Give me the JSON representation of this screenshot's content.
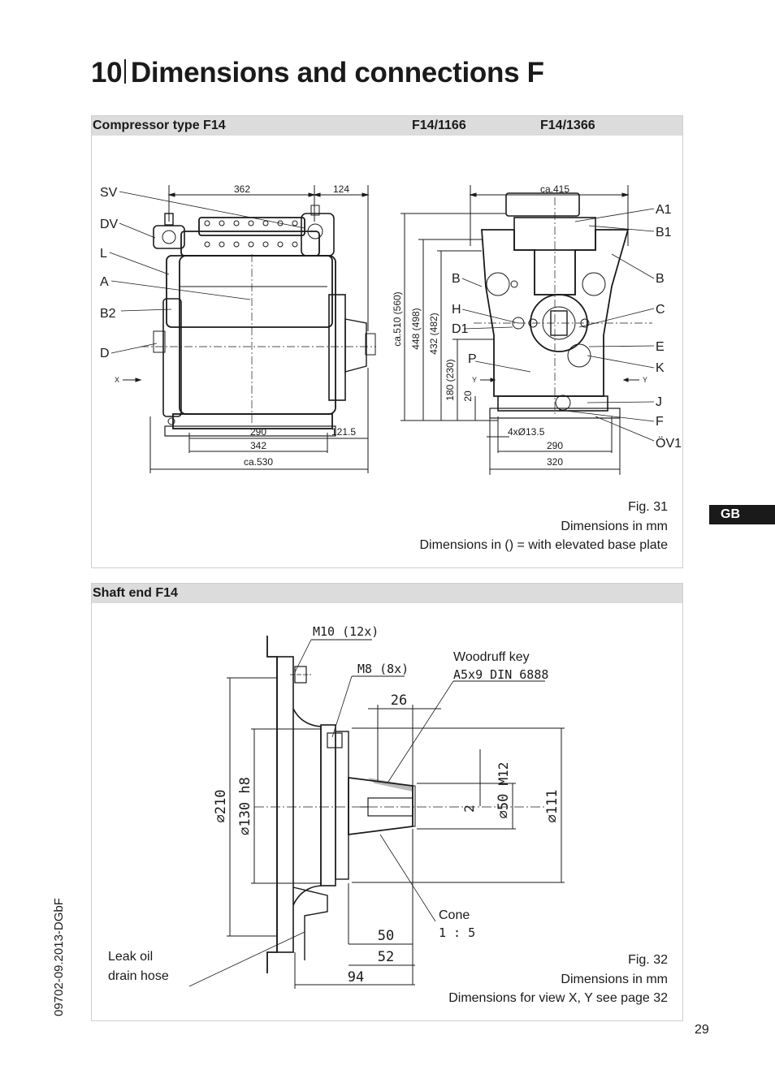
{
  "page": {
    "title_num": "10",
    "title_text": "Dimensions and connections F",
    "lang_tab": "GB",
    "doc_number": "09702-09.2013-DGbF",
    "page_number": "29"
  },
  "panel1": {
    "header_left": "Compressor type F14",
    "header_mid": "F14/1166",
    "header_right": "F14/1366",
    "caption": [
      "Fig. 31",
      "Dimensions in mm",
      "Dimensions in () = with elevated base plate"
    ],
    "left_labels": [
      "SV",
      "DV",
      "L",
      "A",
      "B2",
      "D"
    ],
    "right_labels": [
      "A1",
      "B1",
      "B",
      "C",
      "E",
      "K",
      "J",
      "F",
      "ÖV1"
    ],
    "front_labels": [
      "B",
      "H",
      "D1",
      "P"
    ],
    "view_marks": {
      "x": "X",
      "y": "Y"
    },
    "dims": {
      "d362": "362",
      "d124": "124",
      "d290": "290",
      "d1215": "121.5",
      "d342": "342",
      "dca530": "ca.530",
      "dca415": "ca.415",
      "dca510": "ca.510 (560)",
      "d448": "448 (498)",
      "d432": "432 (482)",
      "d180": "180 (230)",
      "d20": "20",
      "d4x": "4xØ13.5",
      "d290r": "290",
      "d320": "320"
    }
  },
  "panel2": {
    "header": "Shaft end F14",
    "caption": [
      "Fig. 32",
      "Dimensions in mm",
      "Dimensions for view X, Y see page 32"
    ],
    "labels": {
      "m10": "M10 (12x)",
      "m8": "M8 (8x)",
      "woodruff": "Woodruff key",
      "woodruff_spec": "A5x9 DIN 6888",
      "cone": "Cone",
      "cone_ratio": "1 : 5",
      "leak1": "Leak oil",
      "leak2": "drain hose"
    },
    "dims": {
      "d26": "26",
      "m12": "M12",
      "d2": "2",
      "d50": "50",
      "d52": "52",
      "d94": "94",
      "dia210": "⌀210",
      "dia130": "⌀130 h8",
      "dia50": "⌀50",
      "dia111": "⌀111"
    }
  }
}
